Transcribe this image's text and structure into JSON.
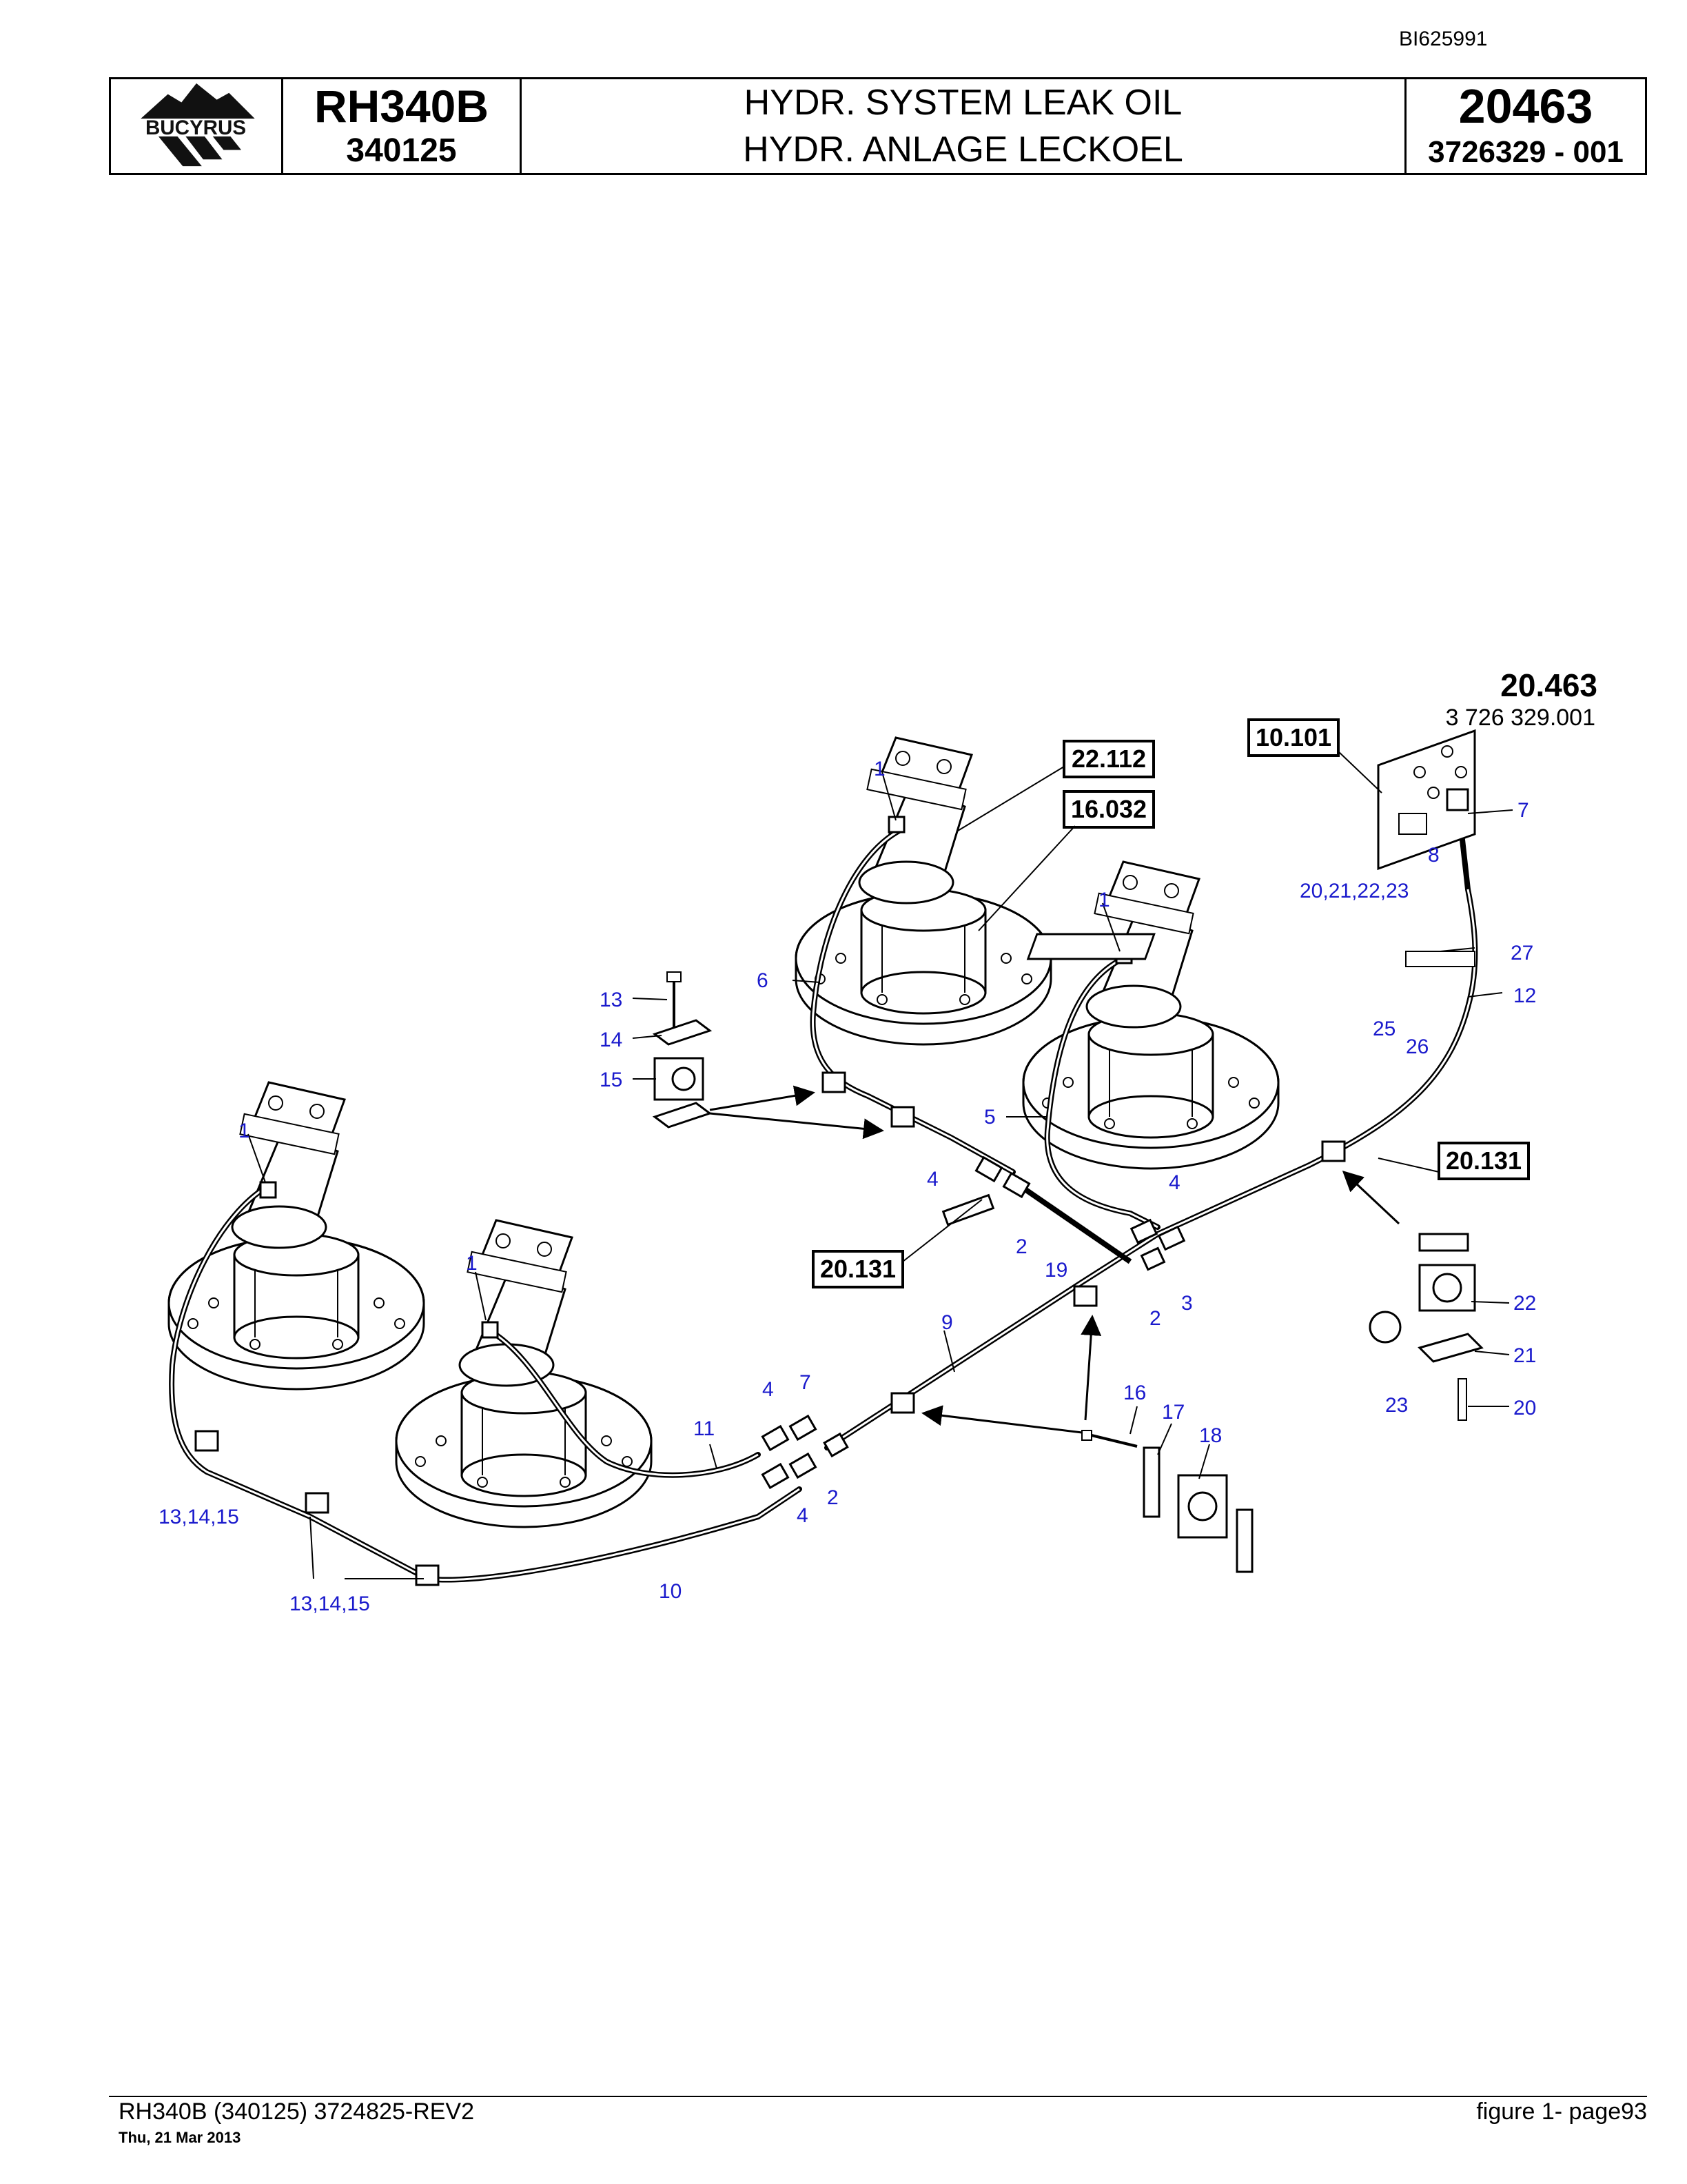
{
  "document_id": "BI625991",
  "header": {
    "logo_text": "BUCYRUS",
    "model": "RH340B",
    "serial": "340125",
    "title_en": "HYDR. SYSTEM LEAK OIL",
    "title_de": "HYDR. ANLAGE LECKOEL",
    "group_number": "20463",
    "part_number": "3726329  - 001"
  },
  "diagram": {
    "group_label": "20.463",
    "group_part": "3 726 329.001",
    "ref_boxes": [
      "22.112",
      "16.032",
      "10.101",
      "20.131",
      "20.131"
    ],
    "callouts": {
      "c1": "1",
      "c2": "2",
      "c3": "3",
      "c4": "4",
      "c5": "5",
      "c6": "6",
      "c7": "7",
      "c8": "8",
      "c9": "9",
      "c10": "10",
      "c11": "11",
      "c12": "12",
      "c13": "13",
      "c14": "14",
      "c15": "15",
      "c16": "16",
      "c17": "17",
      "c18": "18",
      "c19": "19",
      "c20": "20",
      "c21": "21",
      "c22": "22",
      "c23": "23",
      "c25": "25",
      "c26": "26",
      "c27": "27",
      "c13_14_15": "13,14,15",
      "c20_21_22_23": "20,21,22,23"
    }
  },
  "footer": {
    "left": "RH340B (340125) 3724825-REV2",
    "date": "Thu, 21 Mar 2013",
    "right": "figure  1- page93"
  }
}
